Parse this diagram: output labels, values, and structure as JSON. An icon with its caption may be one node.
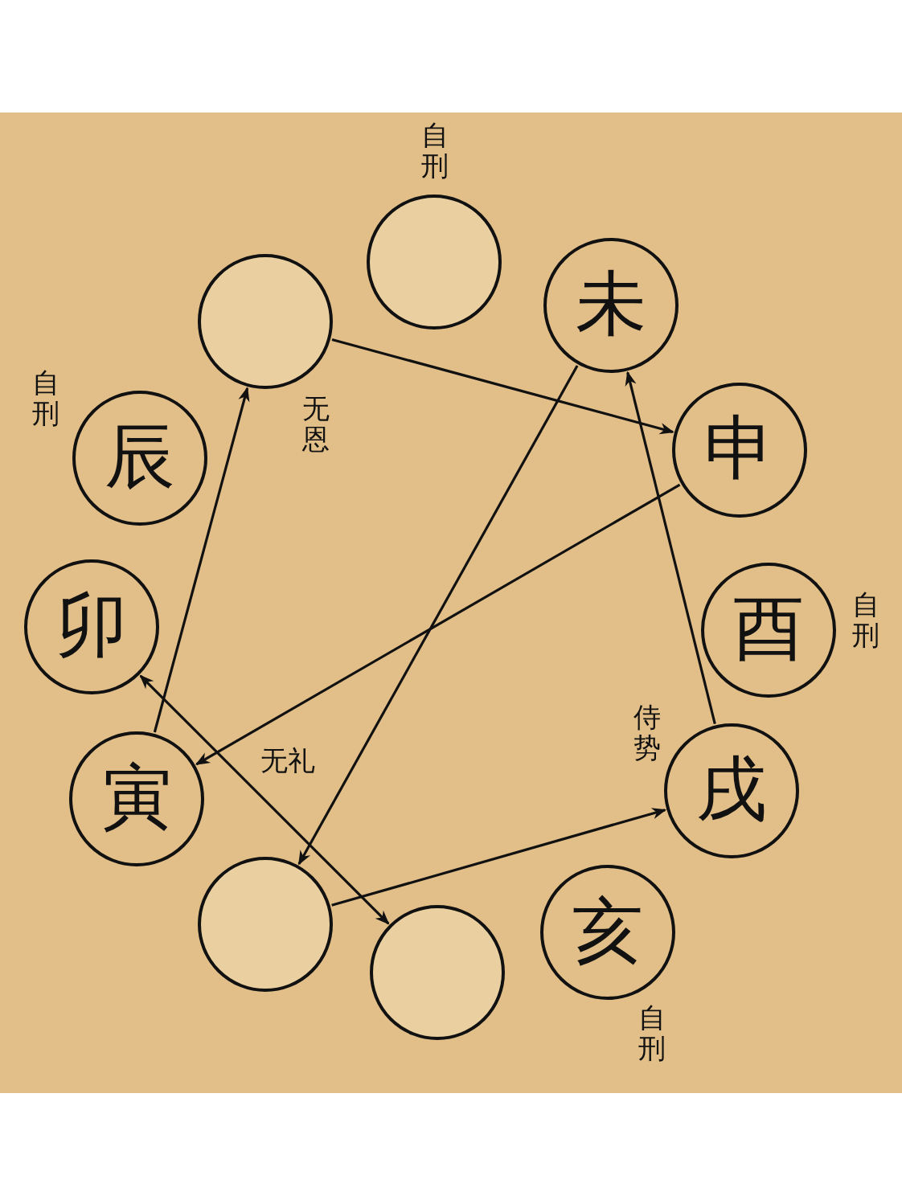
{
  "diagram": {
    "nodes": [
      {
        "text": [],
        "shape": "circle",
        "beside": [
          "自刑"
        ]
      },
      {
        "text": [
          "未"
        ]
      },
      {
        "text": [
          "申"
        ]
      },
      {
        "text": [
          "酉"
        ],
        "beside": [
          "自刑"
        ]
      },
      {
        "text": [
          "戌"
        ]
      },
      {
        "text": [
          "亥"
        ],
        "beside": [
          "自刑"
        ]
      },
      {
        "text": [],
        "shape": "circle"
      },
      {
        "text": [],
        "shape": "circle"
      },
      {
        "text": [
          "寅"
        ]
      },
      {
        "text": [
          "卯"
        ]
      },
      {
        "text": [
          "辰"
        ],
        "beside": [
          "自刑"
        ]
      },
      {
        "text": [],
        "shape": "circle"
      }
    ],
    "edges": [
      {
        "from": 11,
        "to": 2,
        "arrow": "to"
      },
      {
        "from": 2,
        "to": 8,
        "arrow": "to"
      },
      {
        "from": 8,
        "to": 11,
        "arrow": "to"
      },
      {
        "from": 7,
        "to": 4,
        "arrow": "to"
      },
      {
        "from": 4,
        "to": 1,
        "arrow": "to"
      },
      {
        "from": 1,
        "to": 7,
        "arrow": "to"
      },
      {
        "from": 6,
        "to": 9,
        "arrow": "both"
      }
    ],
    "labels": [
      "无恩",
      "无礼",
      "侍势"
    ]
  }
}
